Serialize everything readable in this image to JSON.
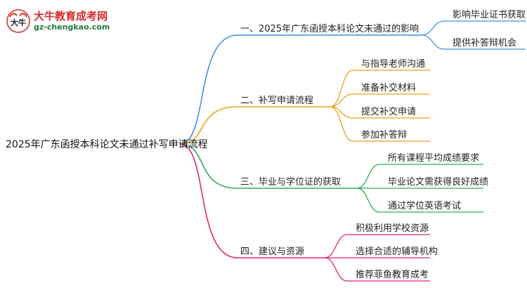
{
  "logo": {
    "title": "大牛教育成考网",
    "url": "gz-chengkao.com",
    "mark_text": "大牛"
  },
  "root": "2025年广东函授本科论文未通过补写申请流程",
  "branches": [
    {
      "label": "一、2025年广东函授本科论文未通过的影响",
      "color": "#3f8fe0",
      "children": [
        "影响毕业证书获取",
        "提供补答辩机会"
      ]
    },
    {
      "label": "二、补写申请流程",
      "color": "#e8a317",
      "children": [
        "与指导老师沟通",
        "准备补交材料",
        "提交补交申请",
        "参加补答辩"
      ]
    },
    {
      "label": "三、毕业与学位证的获取",
      "color": "#2fae5c",
      "children": [
        "所有课程平均成绩要求",
        "毕业论文需获得良好成绩",
        "通过学位英语考试"
      ]
    },
    {
      "label": "四、建议与资源",
      "color": "#e0257a",
      "children": [
        "积极利用学校资源",
        "选择合适的辅导机构",
        "推荐菲鱼教育成考"
      ]
    }
  ]
}
